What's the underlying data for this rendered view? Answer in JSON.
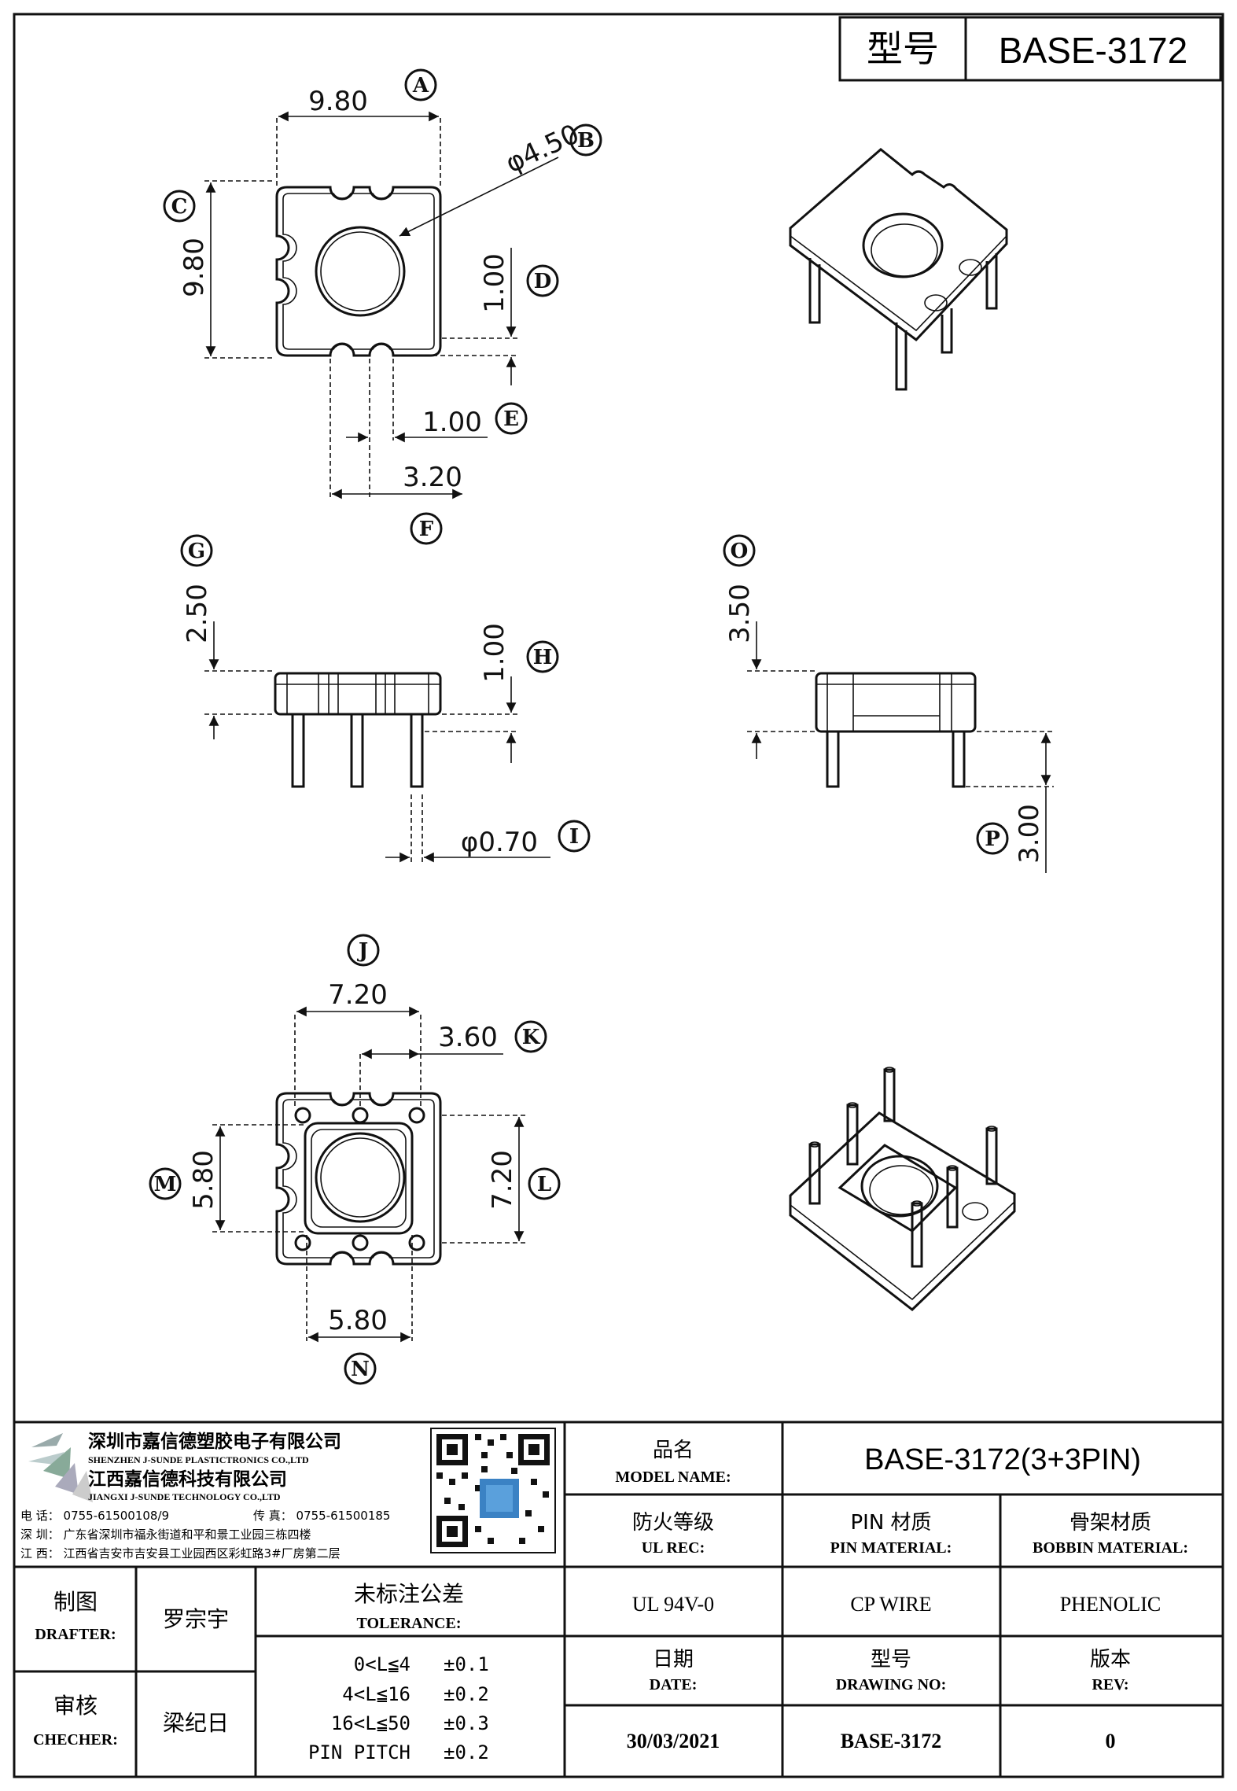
{
  "header": {
    "model_label": "型号",
    "model_value": "BASE-3172"
  },
  "dimensions": {
    "A": {
      "label": "A",
      "value": "9.80"
    },
    "B": {
      "label": "B",
      "value": "φ4.50"
    },
    "C": {
      "label": "C",
      "value": "9.80"
    },
    "D": {
      "label": "D",
      "value": "1.00"
    },
    "E": {
      "label": "E",
      "value": "1.00"
    },
    "F": {
      "label": "F",
      "value": "3.20"
    },
    "G": {
      "label": "G",
      "value": "2.50"
    },
    "H": {
      "label": "H",
      "value": "1.00"
    },
    "I": {
      "label": "I",
      "value": "φ0.70"
    },
    "O": {
      "label": "O",
      "value": "3.50"
    },
    "P": {
      "label": "P",
      "value": "3.00"
    },
    "J": {
      "label": "J",
      "value": "7.20"
    },
    "K": {
      "label": "K",
      "value": "3.60"
    },
    "L": {
      "label": "L",
      "value": "7.20"
    },
    "M": {
      "label": "M",
      "value": "5.80"
    },
    "N": {
      "label": "N",
      "value": "5.80"
    }
  },
  "company": {
    "name_cn_1": "深圳市嘉信德塑胶电子有限公司",
    "name_en_1": "SHENZHEN J-SUNDE PLASTICTRONICS CO.,LTD",
    "name_cn_2": "江西嘉信德科技有限公司",
    "name_en_2": "JIANGXI J-SUNDE TECHNOLOGY CO.,LTD",
    "phone": "电 话： 0755-61500108/9",
    "fax": "传 真： 0755-61500185",
    "addr_sz": "深 圳： 广东省深圳市福永街道和平和景工业园三栋四楼",
    "addr_jx": "江 西： 江西省吉安市吉安县工业园西区彩虹路3#厂房第二层"
  },
  "title_block": {
    "model_name_cn": "品名",
    "model_name_en": "MODEL NAME:",
    "model_name_value": "BASE-3172(3+3PIN)",
    "ul_cn": "防火等级",
    "ul_en": "UL REC:",
    "ul_value": "UL 94V-0",
    "pin_cn": "PIN 材质",
    "pin_en": "PIN MATERIAL:",
    "pin_value": "CP WIRE",
    "bobbin_cn": "骨架材质",
    "bobbin_en": "BOBBIN MATERIAL:",
    "bobbin_value": "PHENOLIC",
    "drafter_cn": "制图",
    "drafter_en": "DRAFTER:",
    "drafter_value": "罗宗宇",
    "checker_cn": "审核",
    "checker_en": "CHECHER:",
    "checker_value": "梁纪日",
    "tolerance_cn": "未标注公差",
    "tolerance_en": "TOLERANCE:",
    "tolerances": [
      {
        "range": "0<L≦4",
        "value": "±0.1"
      },
      {
        "range": "4<L≦16",
        "value": "±0.2"
      },
      {
        "range": "16<L≦50",
        "value": "±0.3"
      },
      {
        "range": "PIN PITCH",
        "value": "±0.2"
      }
    ],
    "date_cn": "日期",
    "date_en": "DATE:",
    "date_value": "30/03/2021",
    "drawing_cn": "型号",
    "drawing_en": "DRAWING NO:",
    "drawing_value": "BASE-3172",
    "rev_cn": "版本",
    "rev_en": "REV:",
    "rev_value": "0"
  }
}
